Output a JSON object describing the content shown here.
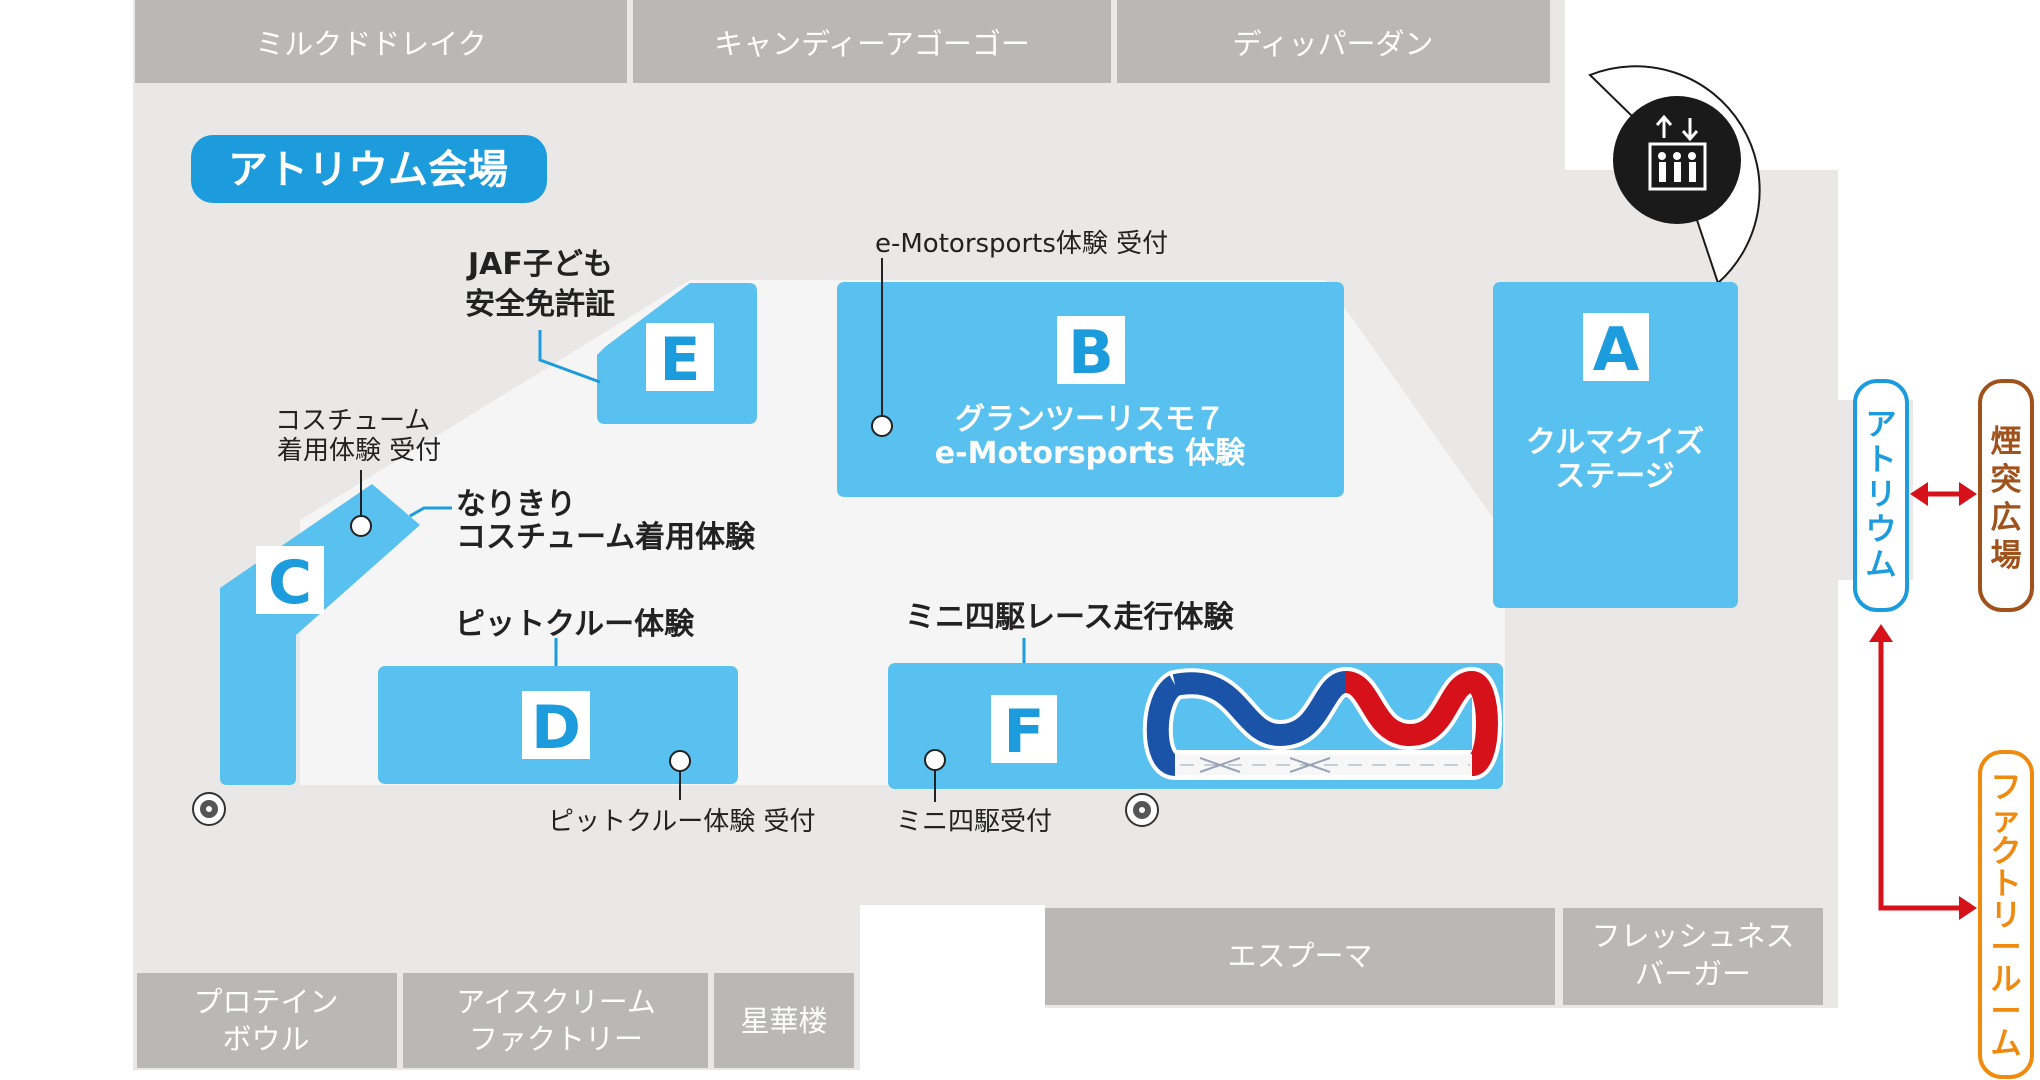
{
  "venue_title": "アトリウム会場",
  "shops_top": [
    "ミルクドドレイク",
    "キャンディーアゴーゴー",
    "ディッパーダン"
  ],
  "shops_bottom_left": [
    [
      "プロテイン",
      "ボウル"
    ],
    [
      "アイスクリーム",
      "ファクトリー"
    ],
    [
      "星華楼"
    ]
  ],
  "shops_bottom_right": [
    [
      "エスプーマ"
    ],
    [
      "フレッシュネス",
      "バーガー"
    ]
  ],
  "booths": {
    "A": {
      "letter": "A",
      "name_lines": [
        "クルマクイズ",
        "ステージ"
      ]
    },
    "B": {
      "letter": "B",
      "name_lines": [
        "グランツーリスモ７",
        "e-Motorsports 体験"
      ]
    },
    "C": {
      "letter": "C"
    },
    "D": {
      "letter": "D"
    },
    "E": {
      "letter": "E"
    },
    "F": {
      "letter": "F"
    }
  },
  "callouts": {
    "emotor_reception": "e-Motorsports体験 受付",
    "jaf_line1": "JAF子ども",
    "jaf_line2": "安全免許証",
    "costume_reception_line1": "コスチューム",
    "costume_reception_line2": "着用体験 受付",
    "narikiri_line1": "なりきり",
    "narikiri_line2": "コスチューム着用体験",
    "pit_title": "ピットクルー体験",
    "pit_reception": "ピットクルー体験 受付",
    "yonku_title": "ミニ四駆レース走行体験",
    "yonku_reception": "ミニ四駆受付"
  },
  "side_labels": {
    "atrium": [
      "ア",
      "ト",
      "リ",
      "ウ",
      "ム"
    ],
    "smoking": [
      "煙",
      "突",
      "広",
      "場"
    ],
    "factory": [
      "フ",
      "ァ",
      "ク",
      "ト",
      "リ",
      "ー",
      "ル",
      "ー",
      "ム"
    ]
  },
  "icons": [
    "elevator-icon",
    "camera-icon"
  ],
  "colors": {
    "booth": "#59c1ef",
    "accent_blue": "#1c9cdc",
    "shop": "#bab8b6",
    "floor": "#eae8e6",
    "inner_floor": "#f5f5f5",
    "arrow_red": "#d6111a",
    "smoking_brown": "#a0521c",
    "factory_orange": "#ef8a0f"
  }
}
